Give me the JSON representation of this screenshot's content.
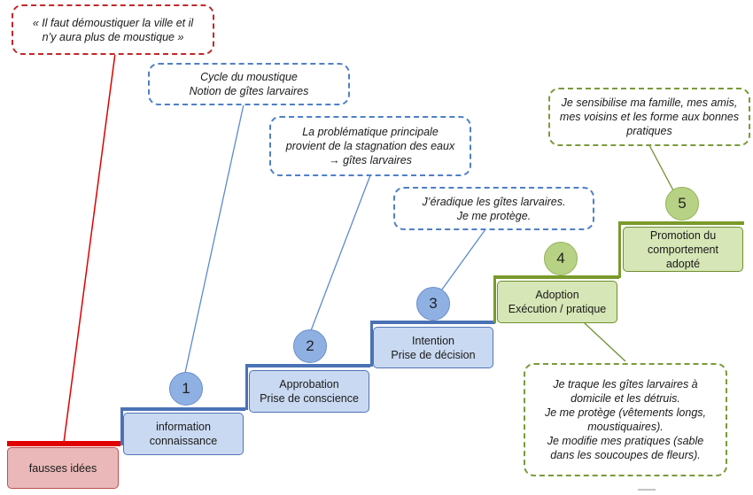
{
  "bubbles": {
    "quote": [
      "« Il faut démoustiquer la ville et il",
      "n’y aura plus de moustique »"
    ],
    "cycle": [
      "Cycle du moustique",
      "Notion de gîtes larvaires"
    ],
    "problematique": [
      "La problématique principale",
      "provient de la stagnation des eaux",
      "→ gîtes larvaires"
    ],
    "eradique": [
      "J’éradique les gîtes larvaires.",
      "Je me protège."
    ],
    "sensibilise": [
      "Je sensibilise ma famille, mes amis,",
      "mes voisins et les forme aux bonnes",
      "pratiques"
    ],
    "traque": [
      "Je traque les gîtes larvaires à",
      "domicile et les détruis.",
      "Je me protège (vêtements longs,",
      "moustiquaires).",
      "Je modifie mes pratiques (sable",
      "dans les soucoupes de fleurs)."
    ]
  },
  "steps": [
    {
      "number": "1",
      "lines": [
        "information",
        "connaissance"
      ]
    },
    {
      "number": "2",
      "lines": [
        "Approbation",
        "Prise de conscience"
      ]
    },
    {
      "number": "3",
      "lines": [
        "Intention",
        "Prise de décision"
      ]
    },
    {
      "number": "4",
      "lines": [
        "Adoption",
        "Exécution / pratique"
      ]
    },
    {
      "number": "5",
      "lines": [
        "Promotion du",
        "comportement",
        "adopté"
      ]
    }
  ],
  "base": {
    "lines": [
      "fausses idées"
    ]
  },
  "colors": {
    "red": "#e00000",
    "blue_stair": "#4a72b5",
    "green_stair": "#7a9a2a",
    "blue_connector": "#5b8ad0",
    "green_connector": "#6f8f2f"
  }
}
